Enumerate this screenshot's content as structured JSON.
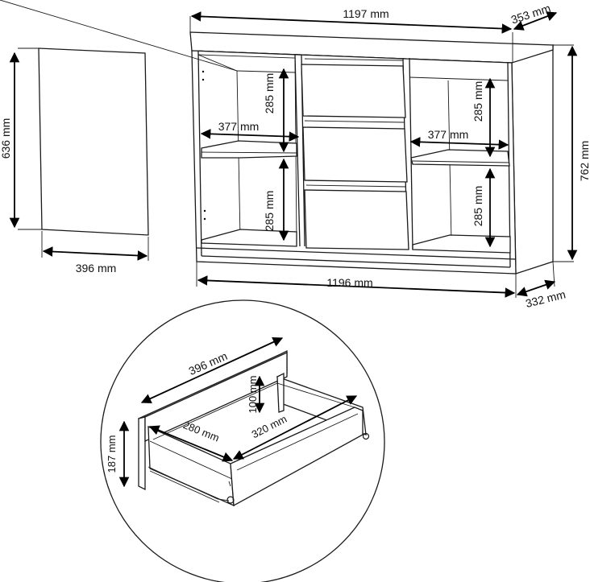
{
  "dimensions": {
    "top_width": "1197 mm",
    "top_depth": "353 mm",
    "door_height": "636 mm",
    "door_width": "396 mm",
    "left_shelf_width": "377 mm",
    "right_shelf_width": "377 mm",
    "left_upper_height": "285 mm",
    "left_lower_height": "285 mm",
    "right_upper_height": "285 mm",
    "right_lower_height": "285 mm",
    "total_height": "762 mm",
    "bottom_width": "1196 mm",
    "bottom_depth": "332 mm"
  },
  "drawer_detail": {
    "front_width": "396 mm",
    "drawer_height": "100 mm",
    "front_height": "187 mm",
    "inner_width": "280 mm",
    "inner_depth": "320 mm"
  }
}
